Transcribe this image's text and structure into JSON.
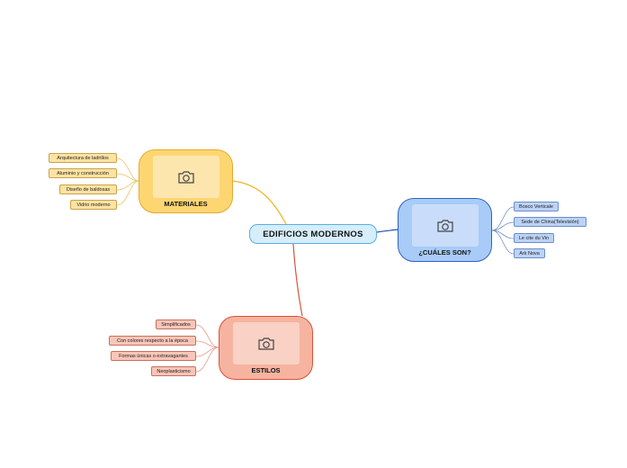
{
  "central": {
    "label": "EDIFICIOS MODERNOS"
  },
  "topics": {
    "materiales": {
      "label": "MATERIALES",
      "icon": "camera-icon",
      "items": [
        "Arquitectura de ladrillos",
        "Aluminio y construcción",
        "Diseño de baldosas",
        "Vidrio moderno"
      ]
    },
    "cuales": {
      "label": "¿CUÁLES SON?",
      "icon": "camera-icon",
      "items": [
        "Bosco Verticale",
        "Sede de China(Televisión)",
        "Le cite du Vin",
        "Ark Nova"
      ]
    },
    "estilos": {
      "label": "ESTILOS",
      "icon": "camera-icon",
      "items": [
        "Simplificados",
        "Con colores respecto a la época",
        "Formas únicas o extravagantes",
        "Neoplasticismo"
      ]
    }
  },
  "colors": {
    "materiales": "#fdd672",
    "cuales": "#a8cbf7",
    "estilos": "#f6b3a0",
    "central": "#d6eefb"
  }
}
